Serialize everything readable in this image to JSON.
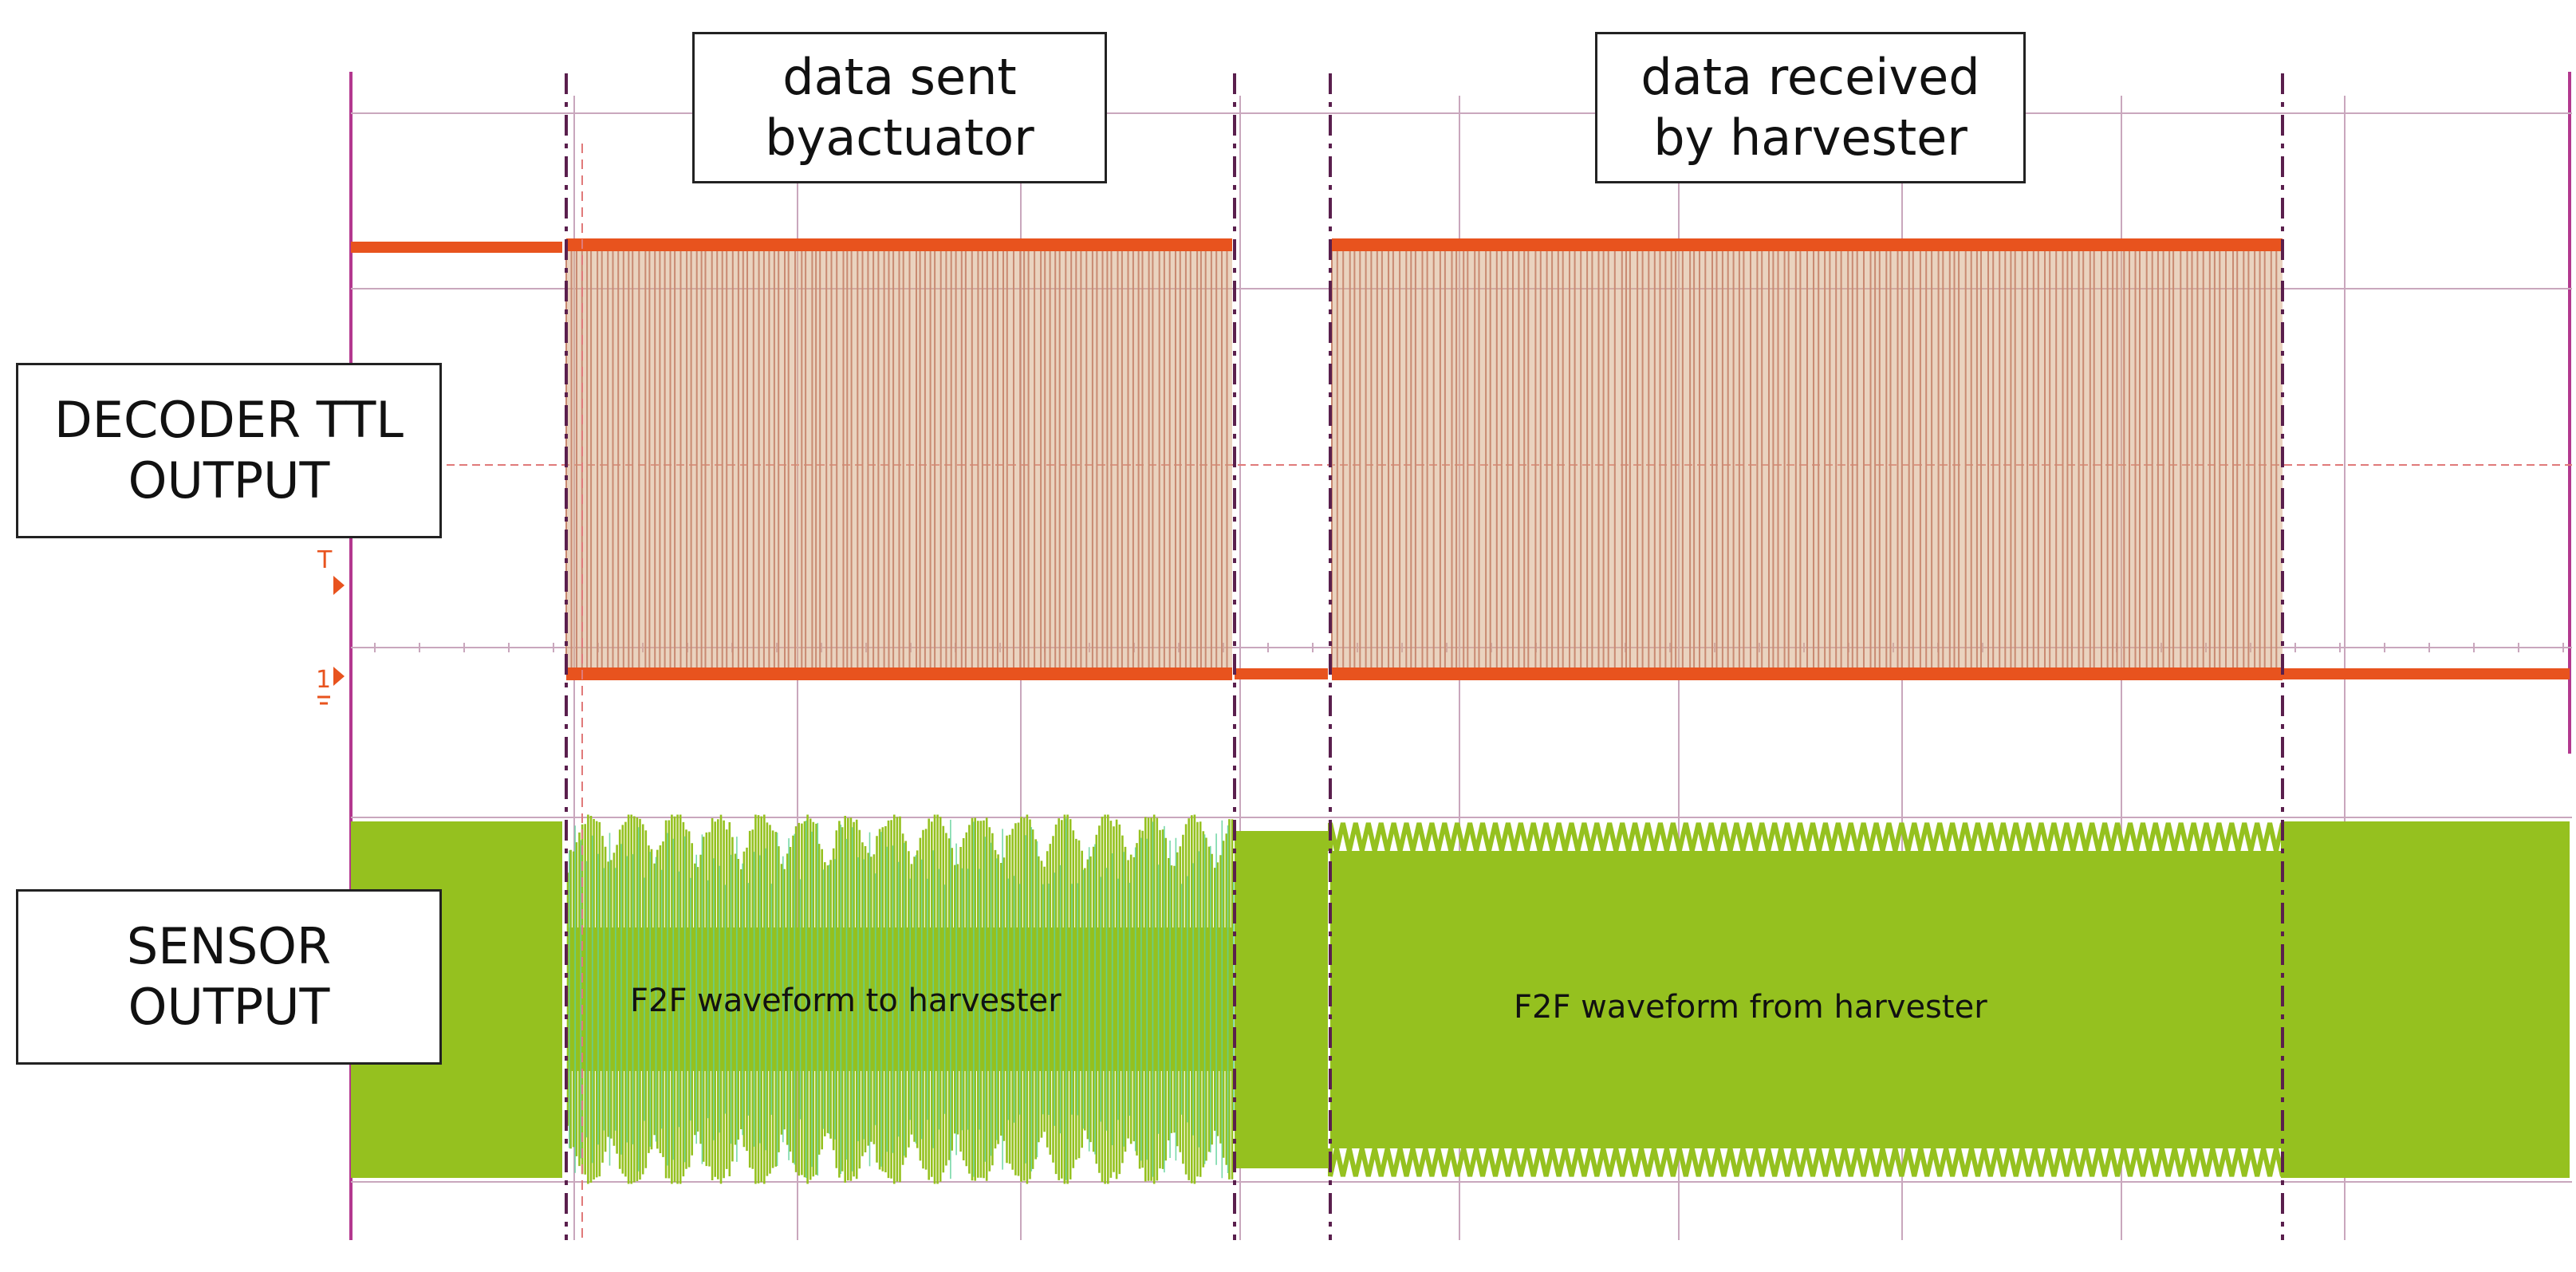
{
  "labels": {
    "sent_line1": "data sent",
    "sent_line2": "byactuator",
    "received_line1": "data received",
    "received_line2": "by harvester",
    "decoder_line1": "DECODER TTL",
    "decoder_line2": "OUTPUT",
    "sensor_line1": "SENSOR",
    "sensor_line2": "OUTPUT",
    "caption_to": "F2F waveform to harvester",
    "caption_from": "F2F waveform from harvester",
    "marker_t": "T",
    "marker_1": "1"
  },
  "colors": {
    "grid": "#c9a7bd",
    "frame": "#b3388f",
    "cursor": "#5a1f4d",
    "ttl": "#e8531e",
    "ttl_fill": "#d9ae8a",
    "sensor": "#95c11f",
    "sensor_edge": "#5fd19a",
    "marker": "#e8531e"
  },
  "regions": [
    {
      "name": "data sent by actuator"
    },
    {
      "name": "data received by harvester"
    }
  ]
}
